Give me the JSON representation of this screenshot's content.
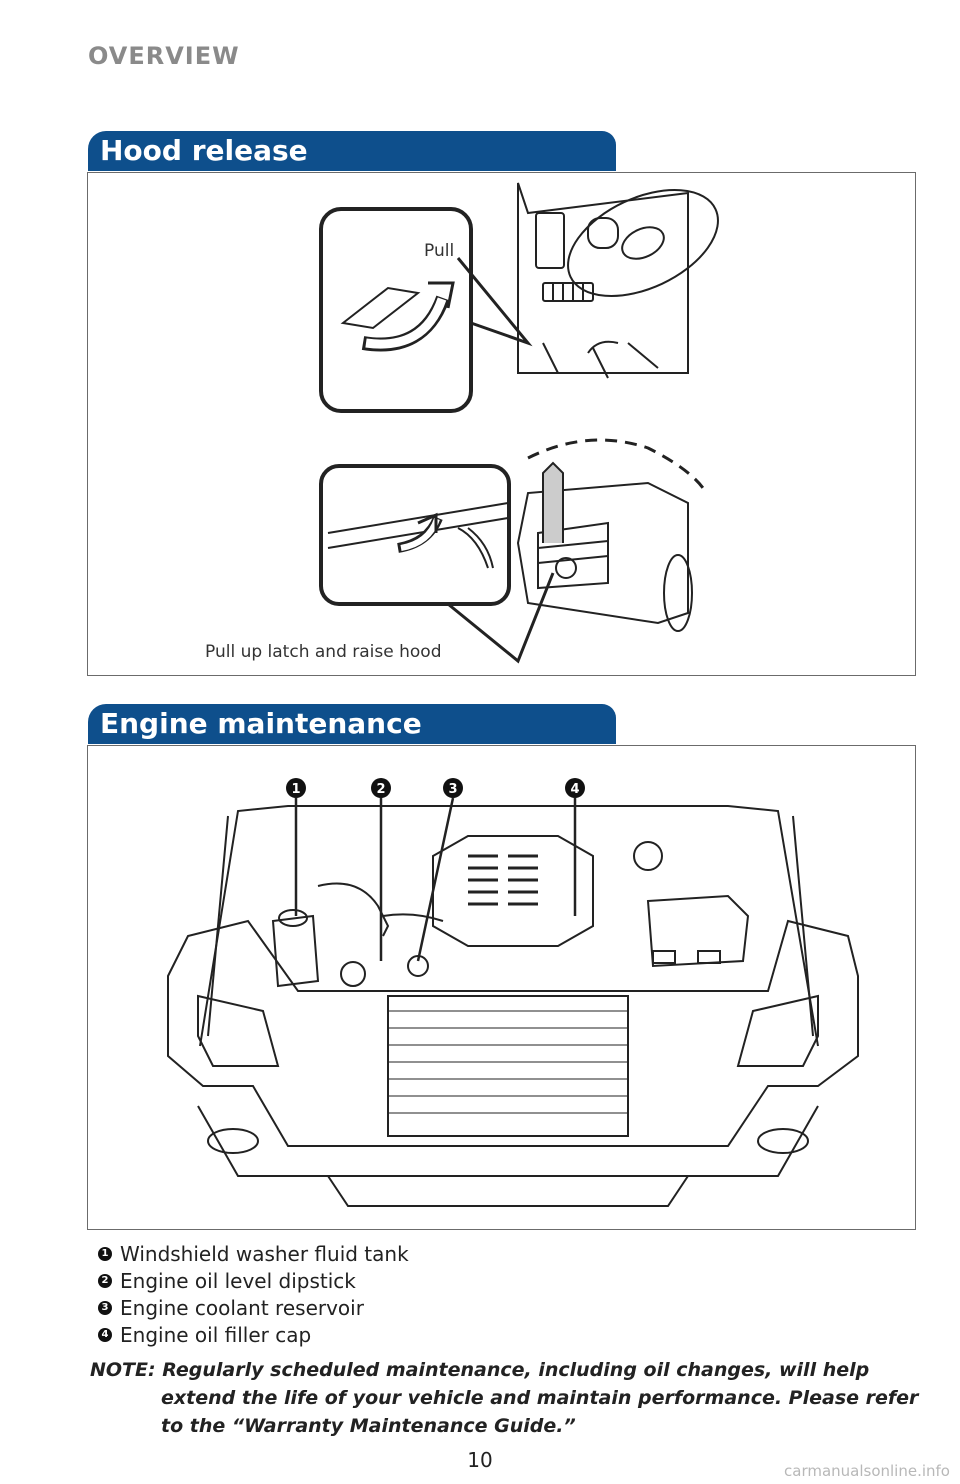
{
  "header": {
    "section": "OVERVIEW"
  },
  "hood_release": {
    "title": "Hood release",
    "callout_pull": "Pull",
    "callout_latch": "Pull up latch and raise hood"
  },
  "engine_maintenance": {
    "title": "Engine maintenance",
    "markers": [
      "1",
      "2",
      "3",
      "4"
    ],
    "legend": [
      {
        "num": "1",
        "label": "Windshield washer fluid tank"
      },
      {
        "num": "2",
        "label": "Engine oil level dipstick"
      },
      {
        "num": "3",
        "label": "Engine coolant reservoir"
      },
      {
        "num": "4",
        "label": "Engine oil filler cap"
      }
    ]
  },
  "note": {
    "label": "NOTE:",
    "line1": "Regularly scheduled maintenance, including oil changes, will help",
    "line2": "extend the life of your vehicle and maintain performance. Please refer",
    "line3": "to the “Warranty Maintenance Guide.”"
  },
  "footer": {
    "page_number": "10",
    "watermark": "carmanualsonline.info"
  }
}
